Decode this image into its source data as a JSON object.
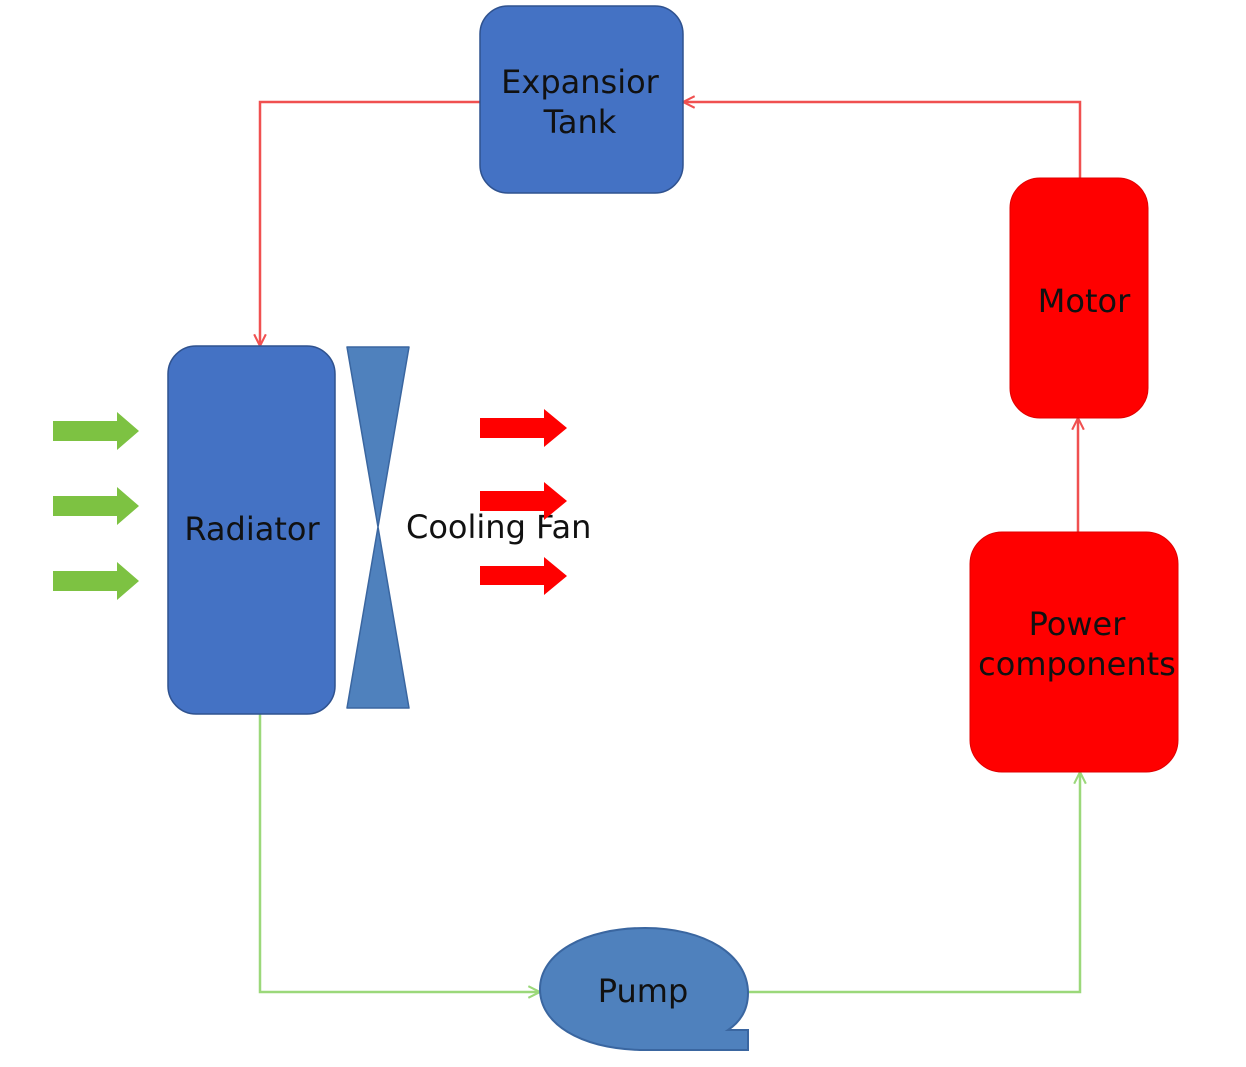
{
  "diagram": {
    "nodes": {
      "expansion_tank": {
        "line1": "Expansior",
        "line2": "Tank",
        "color": "#4472C4"
      },
      "radiator": {
        "label": "Radiator",
        "color": "#4472C4"
      },
      "cooling_fan": {
        "label": "Cooling Fan",
        "color": "#4F81BD"
      },
      "motor": {
        "label": "Motor",
        "color": "#FF0000"
      },
      "power_components": {
        "line1": "Power",
        "line2": "components",
        "color": "#FF0000"
      },
      "pump": {
        "label": "Pump",
        "color": "#4F81BD"
      }
    },
    "connections": [
      {
        "from": "motor",
        "to": "expansion_tank",
        "color": "#F05050"
      },
      {
        "from": "expansion_tank",
        "to": "radiator",
        "color": "#F05050"
      },
      {
        "from": "radiator",
        "to": "pump",
        "color": "#9BD87A"
      },
      {
        "from": "pump",
        "to": "power_components",
        "color": "#9BD87A"
      },
      {
        "from": "power_components",
        "to": "motor",
        "color": "#F05050"
      }
    ],
    "airflow": {
      "incoming_color": "#7DC242",
      "outgoing_color": "#FF0000"
    }
  }
}
